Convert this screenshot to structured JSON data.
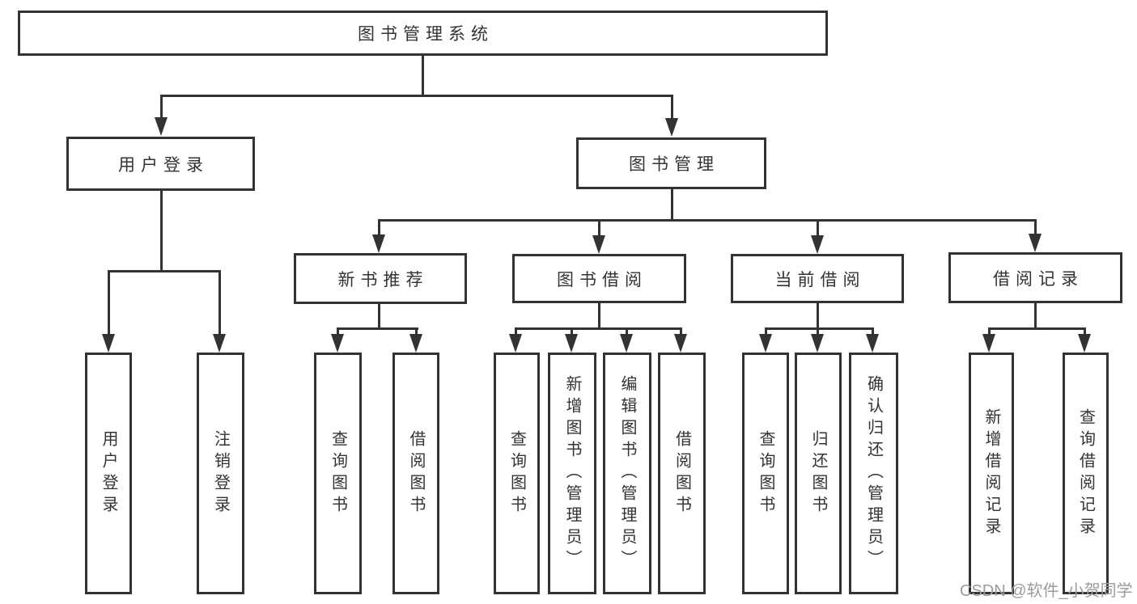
{
  "tree": {
    "root": {
      "label": "图书管理系统",
      "children": [
        {
          "label": "用户登录",
          "children": [
            {
              "label": "用户登录"
            },
            {
              "label": "注销登录"
            }
          ]
        },
        {
          "label": "图书管理",
          "children": [
            {
              "label": "新书推荐",
              "children": [
                {
                  "label": "查询图书"
                },
                {
                  "label": "借阅图书"
                }
              ]
            },
            {
              "label": "图书借阅",
              "children": [
                {
                  "label": "查询图书"
                },
                {
                  "label": "新增图书（管理员）"
                },
                {
                  "label": "编辑图书（管理员）"
                },
                {
                  "label": "借阅图书"
                }
              ]
            },
            {
              "label": "当前借阅",
              "children": [
                {
                  "label": "查询图书"
                },
                {
                  "label": "归还图书"
                },
                {
                  "label": "确认归还（管理员）"
                }
              ]
            },
            {
              "label": "借阅记录",
              "children": [
                {
                  "label": "新增借阅记录"
                },
                {
                  "label": "查询借阅记录"
                }
              ]
            }
          ]
        }
      ]
    }
  },
  "watermark": {
    "text": "CSDN @软件_小贺同学",
    "color": "#9c9c9c"
  },
  "colors": {
    "line": "#333333",
    "box_border": "#333333",
    "box_background": "#ffffff",
    "text": "#333333",
    "page_background": "#ffffff"
  }
}
